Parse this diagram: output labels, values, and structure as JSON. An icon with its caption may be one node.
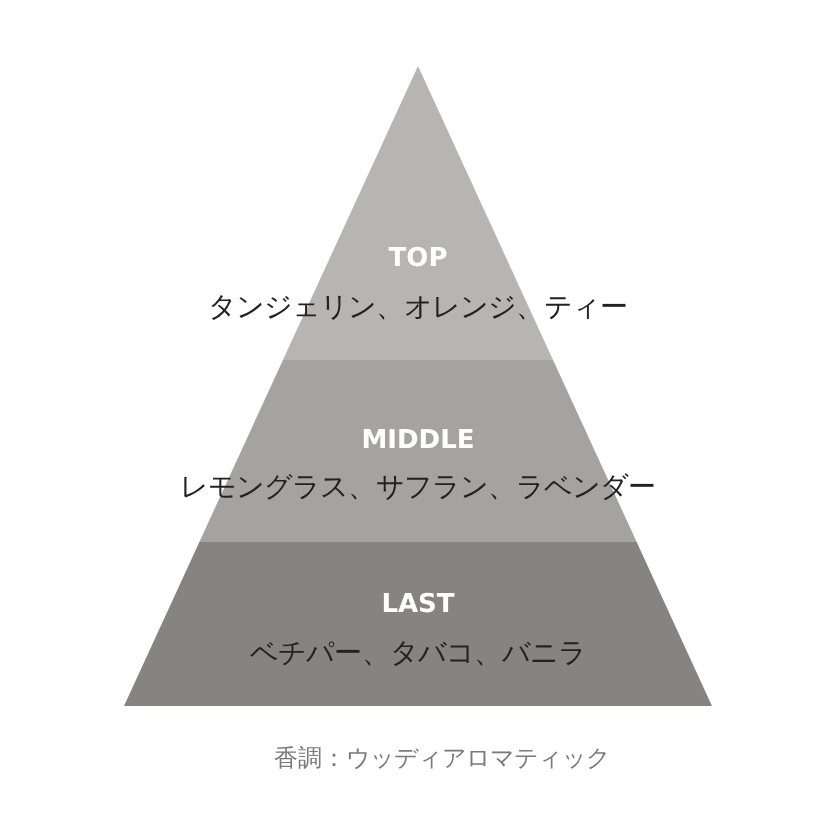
{
  "diagram": {
    "nodes": [
      {
        "text": [
          "TOP",
          "タンジェリン、オレンジ、ティー"
        ]
      },
      {
        "text": [
          "MIDDLE",
          "レモングラス、サフラン、ラベンダー"
        ]
      },
      {
        "text": [
          "LAST",
          "ベチパー、タバコ、バニラ"
        ]
      }
    ],
    "caption": "香調：ウッディアロマティック"
  }
}
